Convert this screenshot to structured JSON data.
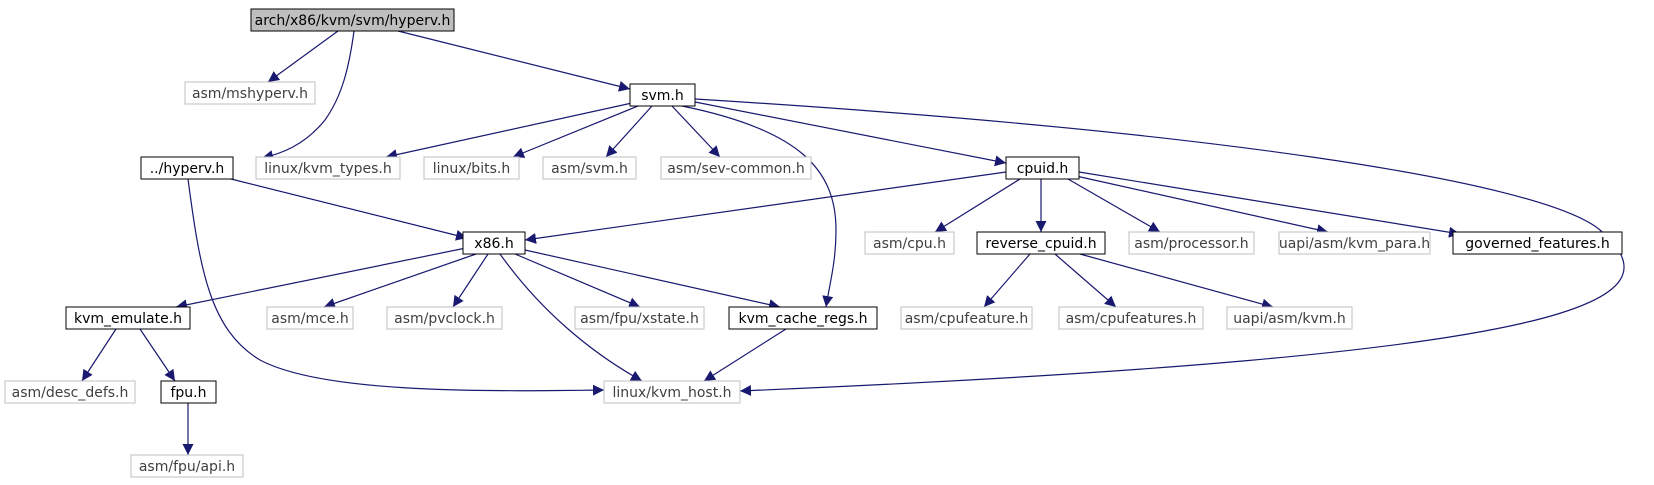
{
  "colors": {
    "edge": "#191970",
    "documented_border": "#000000",
    "undocumented_border": "#bfbfbf",
    "root_fill": "#bfbfbf",
    "documented_text": "#000000",
    "undocumented_text": "#404040"
  },
  "nodes": [
    {
      "id": "hyperv_svm",
      "label": "arch/x86/kvm/svm/hyperv.h",
      "kind": "root"
    },
    {
      "id": "mshyperv",
      "label": "asm/mshyperv.h",
      "kind": "external"
    },
    {
      "id": "svm_h",
      "label": "svm.h",
      "kind": "documented"
    },
    {
      "id": "hyperv_up",
      "label": "../hyperv.h",
      "kind": "documented"
    },
    {
      "id": "kvm_types",
      "label": "linux/kvm_types.h",
      "kind": "external"
    },
    {
      "id": "bits",
      "label": "linux/bits.h",
      "kind": "external"
    },
    {
      "id": "asm_svm",
      "label": "asm/svm.h",
      "kind": "external"
    },
    {
      "id": "sev_common",
      "label": "asm/sev-common.h",
      "kind": "external"
    },
    {
      "id": "cpuid",
      "label": "cpuid.h",
      "kind": "documented"
    },
    {
      "id": "x86",
      "label": "x86.h",
      "kind": "documented"
    },
    {
      "id": "asm_cpu",
      "label": "asm/cpu.h",
      "kind": "external"
    },
    {
      "id": "reverse_cpuid",
      "label": "reverse_cpuid.h",
      "kind": "documented"
    },
    {
      "id": "processor",
      "label": "asm/processor.h",
      "kind": "external"
    },
    {
      "id": "kvm_para",
      "label": "uapi/asm/kvm_para.h",
      "kind": "external"
    },
    {
      "id": "governed",
      "label": "governed_features.h",
      "kind": "documented"
    },
    {
      "id": "kvm_emulate",
      "label": "kvm_emulate.h",
      "kind": "documented"
    },
    {
      "id": "mce",
      "label": "asm/mce.h",
      "kind": "external"
    },
    {
      "id": "pvclock",
      "label": "asm/pvclock.h",
      "kind": "external"
    },
    {
      "id": "xstate",
      "label": "asm/fpu/xstate.h",
      "kind": "external"
    },
    {
      "id": "cache_regs",
      "label": "kvm_cache_regs.h",
      "kind": "documented"
    },
    {
      "id": "cpufeature",
      "label": "asm/cpufeature.h",
      "kind": "external"
    },
    {
      "id": "cpufeatures",
      "label": "asm/cpufeatures.h",
      "kind": "external"
    },
    {
      "id": "uapi_kvm",
      "label": "uapi/asm/kvm.h",
      "kind": "external"
    },
    {
      "id": "desc_defs",
      "label": "asm/desc_defs.h",
      "kind": "external"
    },
    {
      "id": "fpu",
      "label": "fpu.h",
      "kind": "documented"
    },
    {
      "id": "kvm_host",
      "label": "linux/kvm_host.h",
      "kind": "external"
    },
    {
      "id": "fpu_api",
      "label": "asm/fpu/api.h",
      "kind": "external"
    }
  ],
  "edges": [
    {
      "from": "hyperv_svm",
      "to": "mshyperv"
    },
    {
      "from": "hyperv_svm",
      "to": "svm_h"
    },
    {
      "from": "hyperv_svm",
      "to": "hyperv_up"
    },
    {
      "from": "svm_h",
      "to": "kvm_types"
    },
    {
      "from": "svm_h",
      "to": "bits"
    },
    {
      "from": "svm_h",
      "to": "asm_svm"
    },
    {
      "from": "svm_h",
      "to": "sev_common"
    },
    {
      "from": "svm_h",
      "to": "cpuid"
    },
    {
      "from": "svm_h",
      "to": "cache_regs"
    },
    {
      "from": "svm_h",
      "to": "kvm_host"
    },
    {
      "from": "hyperv_up",
      "to": "x86"
    },
    {
      "from": "hyperv_up",
      "to": "kvm_host"
    },
    {
      "from": "cpuid",
      "to": "x86"
    },
    {
      "from": "cpuid",
      "to": "asm_cpu"
    },
    {
      "from": "cpuid",
      "to": "reverse_cpuid"
    },
    {
      "from": "cpuid",
      "to": "processor"
    },
    {
      "from": "cpuid",
      "to": "kvm_para"
    },
    {
      "from": "cpuid",
      "to": "governed"
    },
    {
      "from": "x86",
      "to": "kvm_emulate"
    },
    {
      "from": "x86",
      "to": "mce"
    },
    {
      "from": "x86",
      "to": "pvclock"
    },
    {
      "from": "x86",
      "to": "xstate"
    },
    {
      "from": "x86",
      "to": "cache_regs"
    },
    {
      "from": "x86",
      "to": "kvm_host"
    },
    {
      "from": "reverse_cpuid",
      "to": "cpufeature"
    },
    {
      "from": "reverse_cpuid",
      "to": "cpufeatures"
    },
    {
      "from": "reverse_cpuid",
      "to": "uapi_kvm"
    },
    {
      "from": "kvm_emulate",
      "to": "desc_defs"
    },
    {
      "from": "kvm_emulate",
      "to": "fpu"
    },
    {
      "from": "cache_regs",
      "to": "kvm_host"
    },
    {
      "from": "fpu",
      "to": "fpu_api"
    }
  ]
}
